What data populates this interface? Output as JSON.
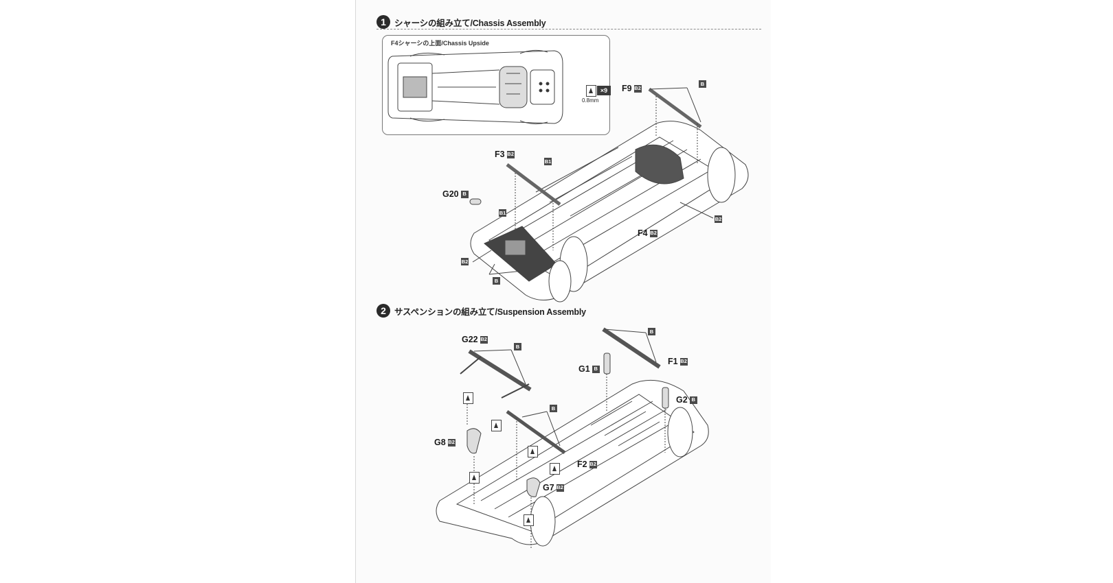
{
  "step1": {
    "number": "1",
    "title": "シャーシの組み立て/Chassis Assembly",
    "inset_title": "F4シャーシの上面/Chassis Upside",
    "screw_qty": "×9",
    "screw_size": "0.8mm"
  },
  "step2": {
    "number": "2",
    "title": "サスペンションの組み立て/Suspension Assembly"
  },
  "parts1": {
    "f9": "F9",
    "f9_tag": "B2",
    "f3": "F3",
    "f3_tag": "B2",
    "g20": "G20",
    "g20_tag": "B",
    "f4": "F4",
    "f4_tag": "B2",
    "b1a": "B1",
    "b1b": "B1",
    "b2a": "B2",
    "b2b": "B2",
    "b_a": "B",
    "b_b": "B"
  },
  "parts2": {
    "g22": "G22",
    "g22_tag": "B2",
    "g1": "G1",
    "g1_tag": "B",
    "f1": "F1",
    "f1_tag": "B2",
    "g2": "G2",
    "g2_tag": "B",
    "g8": "G8",
    "g8_tag": "B2",
    "f2": "F2",
    "f2_tag": "B2",
    "g7": "G7",
    "g7_tag": "B2",
    "b_a": "B",
    "b_b": "B",
    "b_c": "B"
  }
}
